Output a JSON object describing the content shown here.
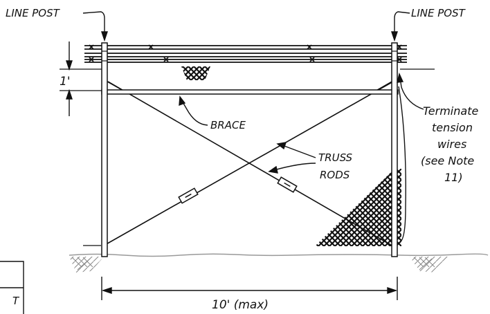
{
  "labels": {
    "line_post_left": "LINE POST",
    "line_post_right": "LINE POST",
    "brace": "BRACE",
    "truss_rods_line1": "TRUSS",
    "truss_rods_line2": "RODS",
    "height_dim": "1'",
    "span_dim": "10' (max)",
    "note_lines": [
      "Terminate",
      "tension",
      "wires",
      "(see Note",
      "11)"
    ],
    "table_fragment": "T"
  },
  "colors": {
    "ink": "#111111",
    "background": "#ffffff",
    "ground": "#9a9a9a"
  }
}
